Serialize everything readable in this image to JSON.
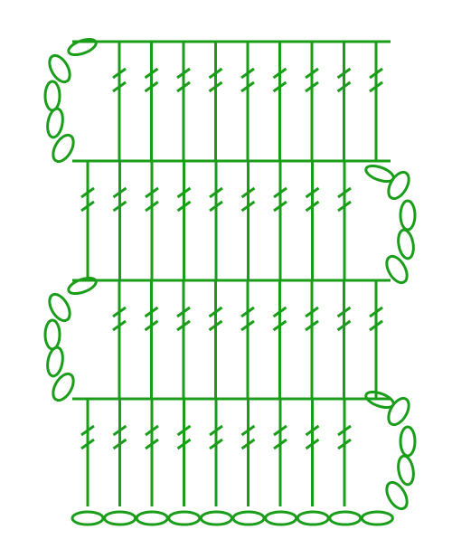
{
  "diagram": {
    "kind": "crochet-stitch-chart",
    "stroke_color": "#1a9e1a",
    "background": "#ffffff",
    "foundation_chain_count": 10,
    "rows": [
      {
        "row": 1,
        "stitch": "treble-crochet",
        "count": 9,
        "turning_chain": "chain-4-right"
      },
      {
        "row": 2,
        "stitch": "treble-crochet",
        "count": 9,
        "turning_chain": "chain-4-left"
      },
      {
        "row": 3,
        "stitch": "treble-crochet",
        "count": 9,
        "turning_chain": "chain-4-right"
      },
      {
        "row": 4,
        "stitch": "treble-crochet",
        "count": 9,
        "turning_chain": "chain-4-left"
      }
    ]
  }
}
